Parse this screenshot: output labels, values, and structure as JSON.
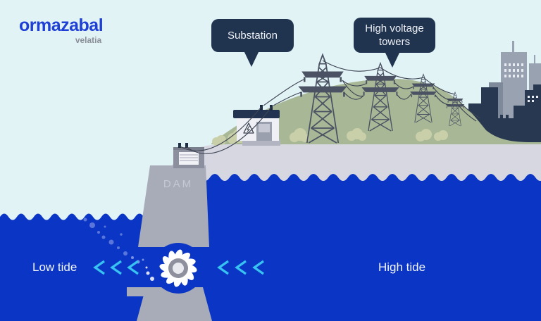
{
  "brand": {
    "name": "ormazabal",
    "tagline": "velatia"
  },
  "callouts": {
    "substation": {
      "label": "Substation"
    },
    "towers": {
      "label": "High voltage towers"
    }
  },
  "labels": {
    "dam": "DAM",
    "low_tide": "Low tide",
    "high_tide": "High tide"
  },
  "colors": {
    "sky": "#e2f3f6",
    "water_blue": "#0b36c5",
    "callout_navy": "#20334f",
    "dam_gray": "#a8abb8",
    "shore_gray": "#d6d7e1",
    "hill_green": "#a8b795",
    "bush_green": "#c9d0a9",
    "pylon_gray": "#4a5263",
    "city_dark": "#273850",
    "city_light": "#98a2b0",
    "chevron_cyan": "#38c4f2",
    "logo_blue": "#1e40d6",
    "logo_gray": "#8a8e97"
  }
}
